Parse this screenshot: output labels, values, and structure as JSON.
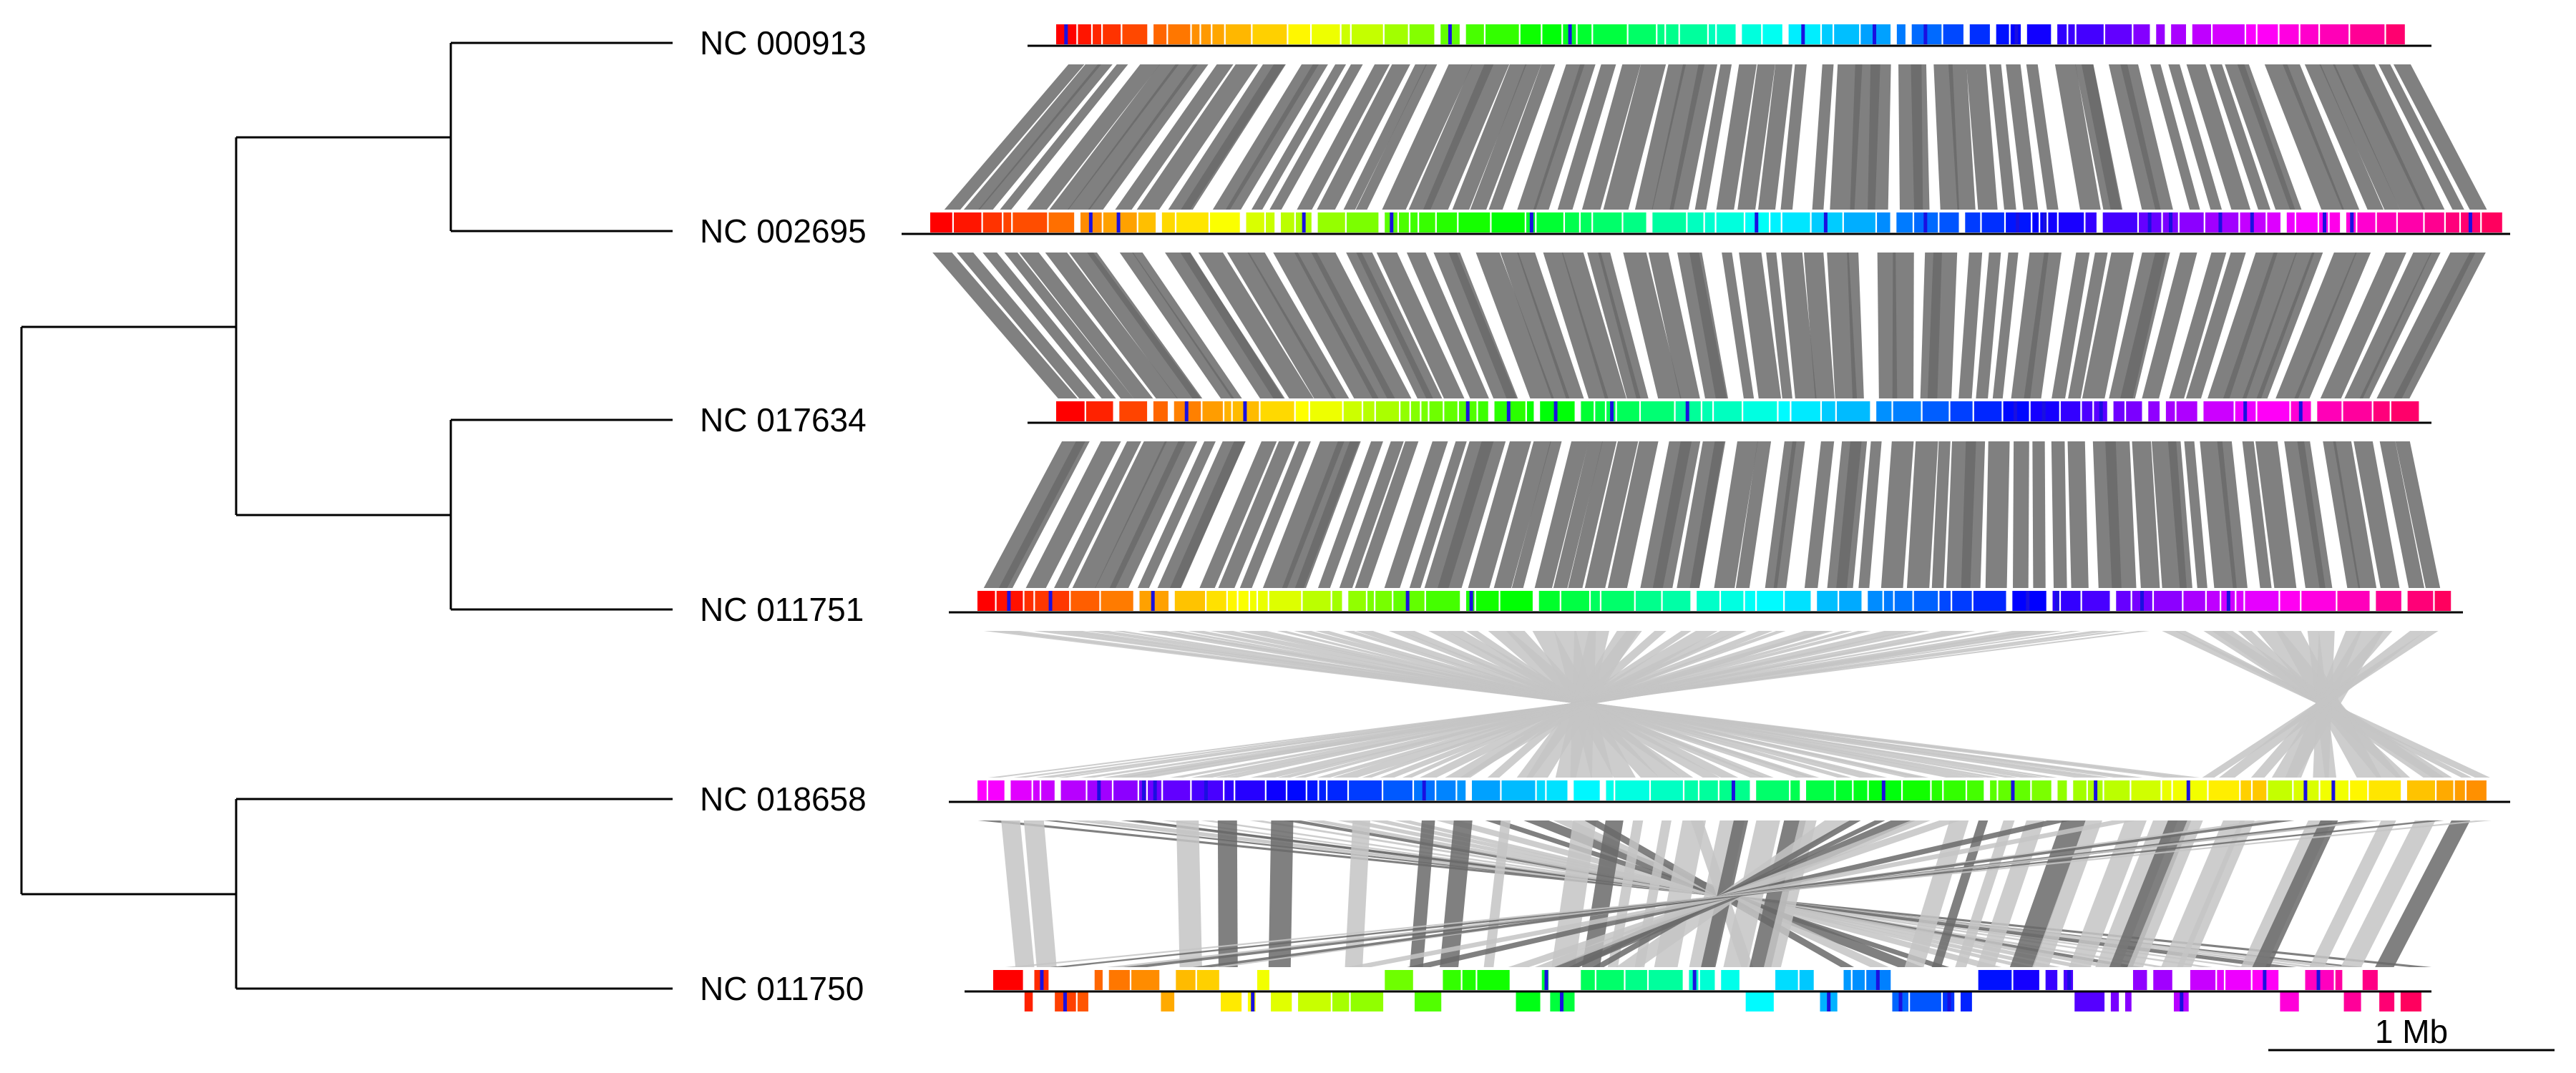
{
  "tree": {
    "genomes": [
      {
        "name": "NC 000913",
        "start": 0.08,
        "end": 0.94
      },
      {
        "name": "NC 002695",
        "start": 0.0,
        "end": 0.99
      },
      {
        "name": "NC 017634",
        "start": 0.08,
        "end": 0.94
      },
      {
        "name": "NC 011751",
        "start": 0.03,
        "end": 0.96
      },
      {
        "name": "NC 018658",
        "start": 0.03,
        "end": 0.99
      },
      {
        "name": "NC 011750",
        "start": 0.04,
        "end": 0.94
      }
    ]
  },
  "scale_bar": {
    "label": "1 Mb"
  },
  "colors": {
    "dark_links": "#6a6a6a",
    "light_links": "#c4c4c4",
    "gene_accent": "#1a10e0"
  }
}
